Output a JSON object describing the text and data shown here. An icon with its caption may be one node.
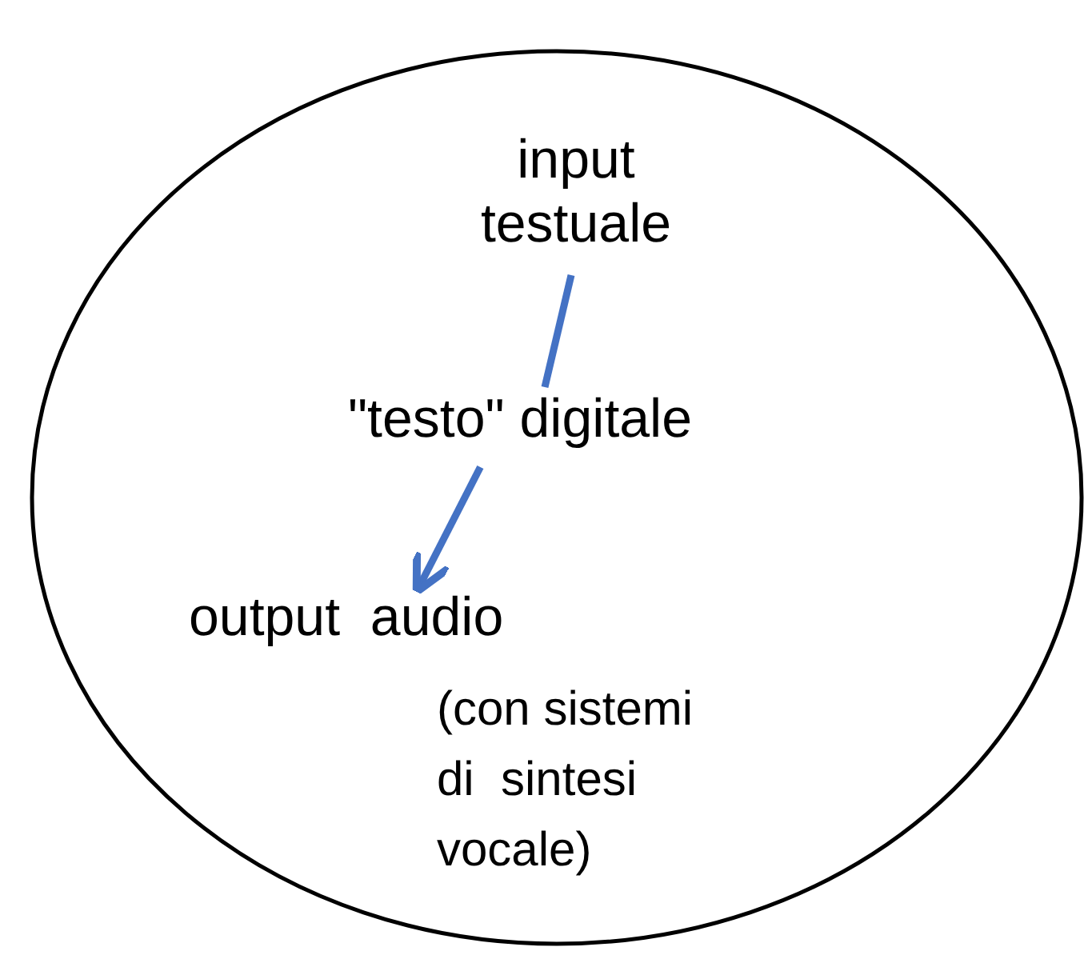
{
  "diagram": {
    "nodes": [
      {
        "text": [],
        "shape": "circle"
      },
      {
        "text": [
          "input testuale"
        ],
        "in": 0
      },
      {
        "text": [
          "\"testo\" digitale"
        ],
        "in": 0
      },
      {
        "text": [
          "output  audio"
        ],
        "in": 0,
        "beside": [
          "(con sistemi di  sintesi vocale)"
        ]
      }
    ],
    "edges": [
      {
        "from": 1,
        "to": 2,
        "arrow": "none",
        "color": "#4472c4"
      },
      {
        "from": 2,
        "to": 3,
        "arrow": "to",
        "color": "#4472c4"
      }
    ]
  }
}
